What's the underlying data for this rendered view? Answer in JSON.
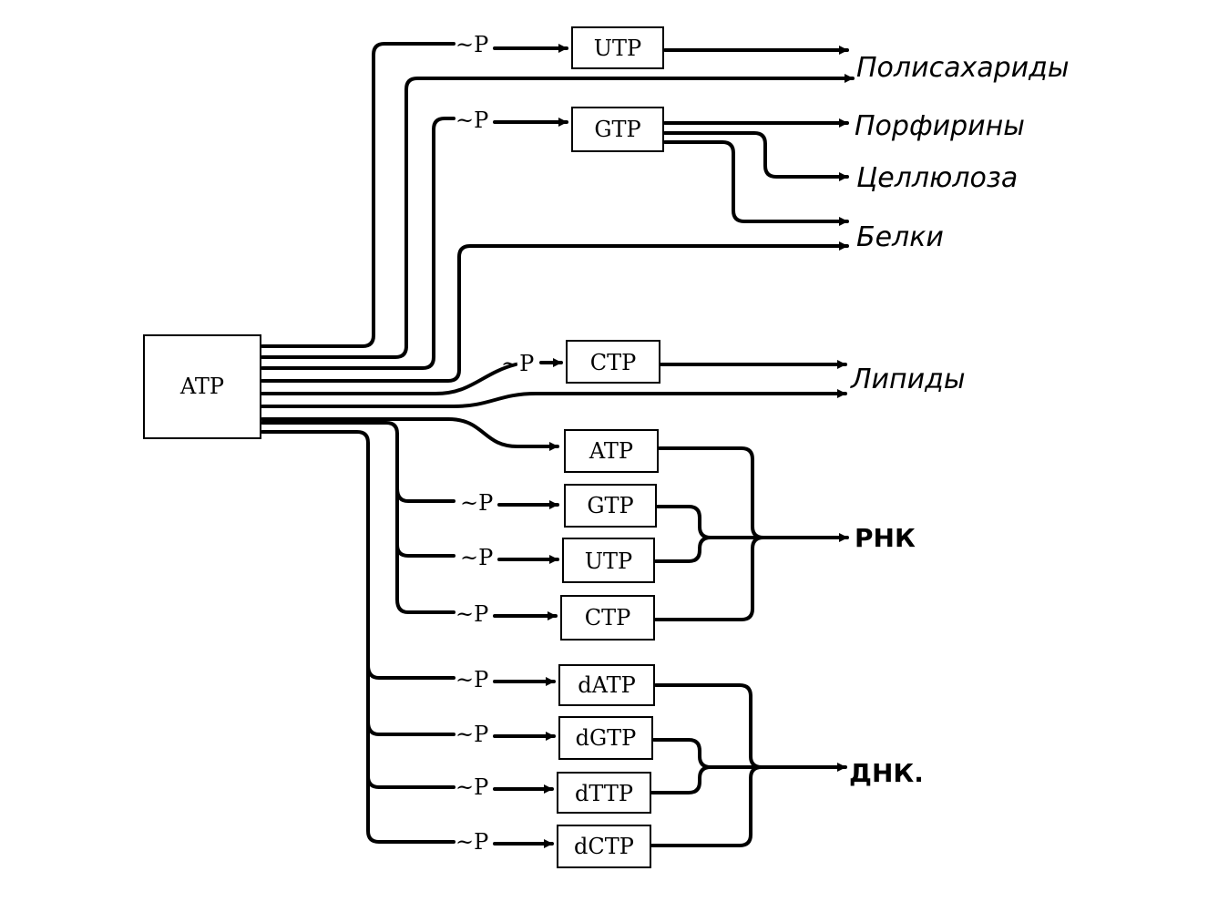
{
  "source": "ATP",
  "phosphate_label": "~P",
  "boxes": {
    "utp_top": "UTP",
    "gtp_top": "GTP",
    "ctp_lipid": "CTP",
    "rna_atp": "ATP",
    "rna_gtp": "GTP",
    "rna_utp": "UTP",
    "rna_ctp": "CTP",
    "datp": "dATP",
    "dgtp": "dGTP",
    "dttp": "dTTP",
    "dctp": "dCTP"
  },
  "outputs": {
    "polysaccharides": "Полисахариды",
    "porphyrins": "Порфирины",
    "cellulose": "Целлюлоза",
    "proteins": "Белки",
    "lipids": "Липиды",
    "rna": "РНК",
    "dna": "ДНК."
  }
}
